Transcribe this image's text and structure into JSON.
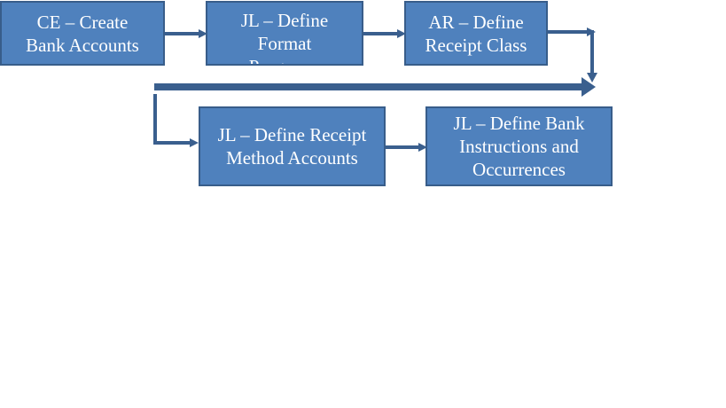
{
  "diagram": {
    "colors": {
      "box_fill": "#4f81bd",
      "box_border": "#385d8a",
      "box_text": "#ffffff",
      "connector": "#3a5f8e"
    },
    "steps": [
      {
        "label": "CE – Create\nBank Accounts"
      },
      {
        "label": "JL – Define\nFormat\nPrograms"
      },
      {
        "label": "AR – Define\nReceipt Class"
      },
      {
        "label": "JL – Define Receipt\nMethod Accounts"
      },
      {
        "label": "JL – Define Bank\nInstructions and\nOccurrences"
      }
    ]
  }
}
